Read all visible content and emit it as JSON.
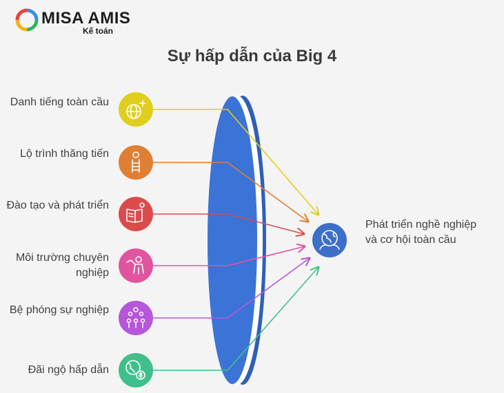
{
  "brand": {
    "name": "MISA AMIS",
    "sub": "Kế toán"
  },
  "title": "Sự hấp dẫn của Big 4",
  "colors": {
    "lens": "#3c73d6",
    "target": "#3c6fc9",
    "yellow": "#e0ce1f",
    "orange": "#de7f33",
    "red": "#db4b4b",
    "pink": "#e0559f",
    "purple": "#b657d9",
    "green": "#3fc08a"
  },
  "sources": [
    {
      "label": "Danh tiếng toàn cầu",
      "icon": "globe-sparkle-icon",
      "color": "#e0ce1f"
    },
    {
      "label": "Lộ trình thăng tiến",
      "icon": "career-ladder-icon",
      "color": "#de7f33"
    },
    {
      "label": "Đào tạo và phát triển",
      "icon": "book-lightbulb-icon",
      "color": "#db4b4b"
    },
    {
      "label": "Môi trường chuyên nghiệp",
      "icon": "professional-person-icon",
      "color": "#e0559f"
    },
    {
      "label": "Bệ phóng sự nghiệp",
      "icon": "team-network-icon",
      "color": "#b657d9"
    },
    {
      "label": "Đãi ngộ hấp dẫn",
      "icon": "globe-money-icon",
      "color": "#3fc08a"
    }
  ],
  "target": {
    "label": "Phát triển nghề nghiệp và cơ hội toàn cầu",
    "icon": "global-people-icon"
  }
}
